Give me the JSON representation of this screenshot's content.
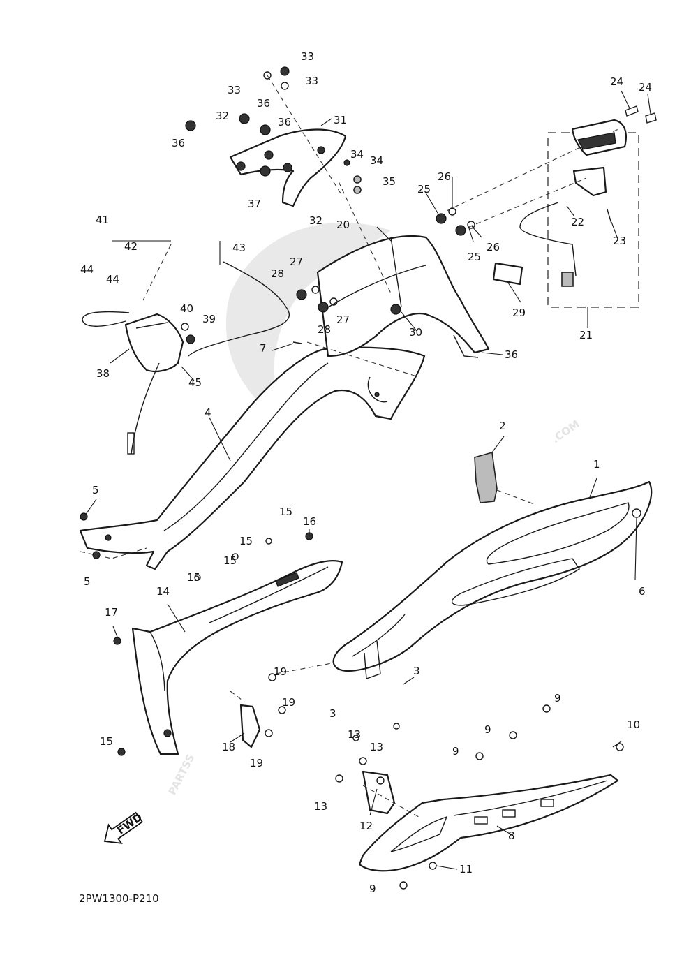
{
  "diagram": {
    "watermark": {
      "brand": "PARTSS",
      "suffix": ".COM"
    },
    "code": "2PW1300-P210",
    "direction_badge": "FWD",
    "callouts": [
      {
        "id": "c1",
        "n": "1"
      },
      {
        "id": "c2",
        "n": "2"
      },
      {
        "id": "c3a",
        "n": "3"
      },
      {
        "id": "c3b",
        "n": "3"
      },
      {
        "id": "c4",
        "n": "4"
      },
      {
        "id": "c5a",
        "n": "5"
      },
      {
        "id": "c5b",
        "n": "5"
      },
      {
        "id": "c6",
        "n": "6"
      },
      {
        "id": "c7",
        "n": "7"
      },
      {
        "id": "c8",
        "n": "8"
      },
      {
        "id": "c9a",
        "n": "9"
      },
      {
        "id": "c9b",
        "n": "9"
      },
      {
        "id": "c9c",
        "n": "9"
      },
      {
        "id": "c9d",
        "n": "9"
      },
      {
        "id": "c10",
        "n": "10"
      },
      {
        "id": "c11",
        "n": "11"
      },
      {
        "id": "c12",
        "n": "12"
      },
      {
        "id": "c13a",
        "n": "13"
      },
      {
        "id": "c13b",
        "n": "13"
      },
      {
        "id": "c13c",
        "n": "13"
      },
      {
        "id": "c14",
        "n": "14"
      },
      {
        "id": "c15a",
        "n": "15"
      },
      {
        "id": "c15b",
        "n": "15"
      },
      {
        "id": "c15c",
        "n": "15"
      },
      {
        "id": "c15d",
        "n": "15"
      },
      {
        "id": "c15e",
        "n": "15"
      },
      {
        "id": "c16",
        "n": "16"
      },
      {
        "id": "c17",
        "n": "17"
      },
      {
        "id": "c18",
        "n": "18"
      },
      {
        "id": "c19a",
        "n": "19"
      },
      {
        "id": "c19b",
        "n": "19"
      },
      {
        "id": "c19c",
        "n": "19"
      },
      {
        "id": "c20",
        "n": "20"
      },
      {
        "id": "c21",
        "n": "21"
      },
      {
        "id": "c22",
        "n": "22"
      },
      {
        "id": "c23",
        "n": "23"
      },
      {
        "id": "c24a",
        "n": "24"
      },
      {
        "id": "c24b",
        "n": "24"
      },
      {
        "id": "c25a",
        "n": "25"
      },
      {
        "id": "c25b",
        "n": "25"
      },
      {
        "id": "c26a",
        "n": "26"
      },
      {
        "id": "c26b",
        "n": "26"
      },
      {
        "id": "c27a",
        "n": "27"
      },
      {
        "id": "c27b",
        "n": "27"
      },
      {
        "id": "c28a",
        "n": "28"
      },
      {
        "id": "c28b",
        "n": "28"
      },
      {
        "id": "c29",
        "n": "29"
      },
      {
        "id": "c30",
        "n": "30"
      },
      {
        "id": "c31",
        "n": "31"
      },
      {
        "id": "c32a",
        "n": "32"
      },
      {
        "id": "c32b",
        "n": "32"
      },
      {
        "id": "c33a",
        "n": "33"
      },
      {
        "id": "c33b",
        "n": "33"
      },
      {
        "id": "c33c",
        "n": "33"
      },
      {
        "id": "c34a",
        "n": "34"
      },
      {
        "id": "c34b",
        "n": "34"
      },
      {
        "id": "c35",
        "n": "35"
      },
      {
        "id": "c36a",
        "n": "36"
      },
      {
        "id": "c36b",
        "n": "36"
      },
      {
        "id": "c36c",
        "n": "36"
      },
      {
        "id": "c36d",
        "n": "36"
      },
      {
        "id": "c37",
        "n": "37"
      },
      {
        "id": "c38",
        "n": "38"
      },
      {
        "id": "c39",
        "n": "39"
      },
      {
        "id": "c40",
        "n": "40"
      },
      {
        "id": "c41",
        "n": "41"
      },
      {
        "id": "c42",
        "n": "42"
      },
      {
        "id": "c43",
        "n": "43"
      },
      {
        "id": "c44a",
        "n": "44"
      },
      {
        "id": "c44b",
        "n": "44"
      },
      {
        "id": "c45",
        "n": "45"
      }
    ]
  }
}
